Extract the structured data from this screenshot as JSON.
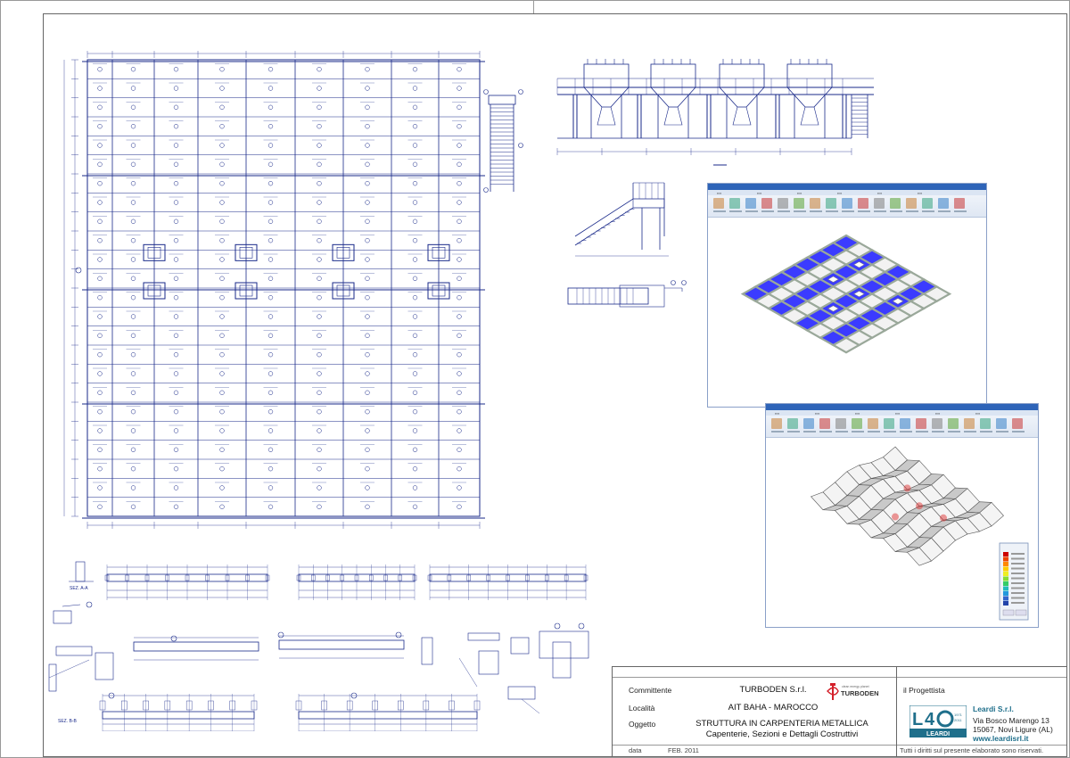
{
  "title_block": {
    "committente_label": "Committente",
    "committente_value": "TURBODEN S.r.l.",
    "turboden_logo_text": "TURBODEN",
    "turboden_logo_sub": "clean energy planet",
    "localita_label": "Località",
    "localita_value": "AIT BAHA - MAROCCO",
    "oggetto_label": "Oggetto",
    "oggetto_line1": "STRUTTURA IN CARPENTERIA METALLICA",
    "oggetto_line2": "Capenterie, Sezioni e Dettagli Costruttivi",
    "data_label": "data",
    "data_value": "FEB. 2011",
    "progettista_label": "il Progettista",
    "company_name": "Leardi S.r.l.",
    "company_address1": "Via Bosco Marengo 13",
    "company_address2": "15067, Novi Ligure (AL)",
    "company_web": "www.leardisrl.it",
    "logo_text": "LEARDI",
    "logo_years": "1971\n2011",
    "rights_notice": "Tutti i diritti sul presente elaborato sono riservati."
  },
  "section_labels": {
    "sez_a": "SEZ. A-A",
    "sez_b": "SEZ. B-B"
  },
  "software_windows": {
    "window1_title": "Mecaxs 2 - prova",
    "window2_title": "Mecaxs 2 - prova"
  },
  "colors": {
    "drawing_blue": "#1a2a8a",
    "panel_blue": "#3b3bff",
    "beam_gray": "#b9c2b5",
    "ribbon_blue": "#2e64b8",
    "turboden_red": "#d4202a",
    "leardi_teal": "#1f6f8b"
  }
}
